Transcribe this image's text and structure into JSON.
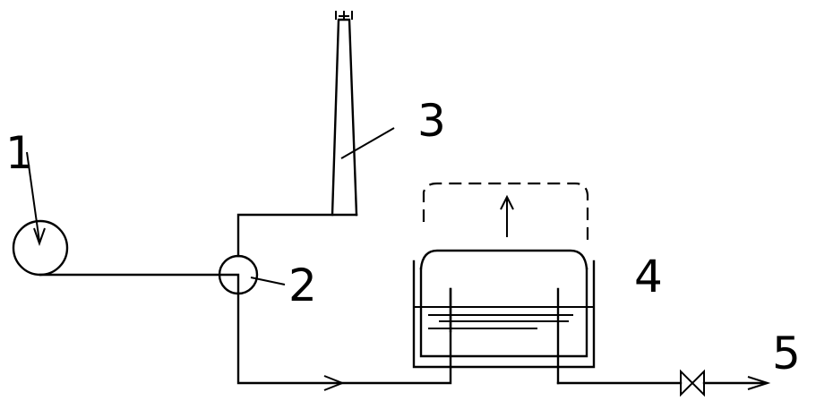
{
  "labels": {
    "n1": "1",
    "n2": "2",
    "n3": "3",
    "n4": "4",
    "n5": "5"
  },
  "colors": {
    "stroke": "#000000",
    "background": "#ffffff"
  }
}
